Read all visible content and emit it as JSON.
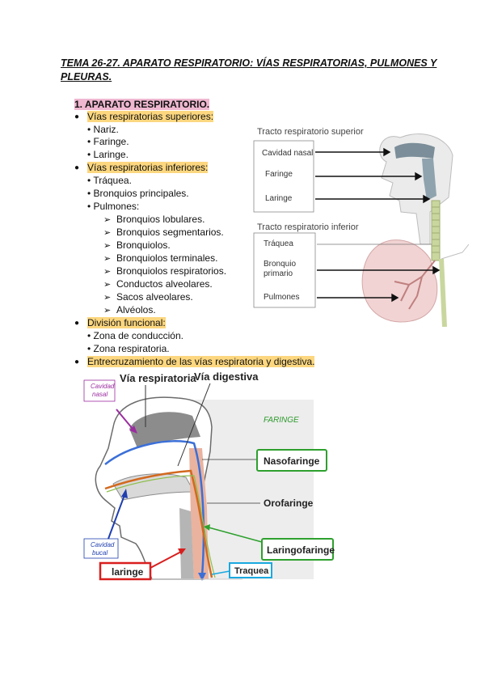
{
  "title": "TEMA 26-27. APARATO RESPIRATORIO: VÍAS RESPIRATORIAS, PULMONES Y PLEURAS.",
  "section1": "1.  APARATO RESPIRATORIO.",
  "upper": {
    "heading": "Vías respiratorias superiores:",
    "items": [
      "Nariz.",
      "Faringe.",
      "Laringe."
    ]
  },
  "lower": {
    "heading": "Vías respiratorias inferiores:",
    "items": [
      "Tráquea.",
      "Bronquios principales.",
      "Pulmones:"
    ],
    "sub": [
      "Bronquios lobulares.",
      "Bronquios segmentarios.",
      "Bronquiolos.",
      "Bronquiolos terminales.",
      "Bronquiolos respiratorios.",
      "Conductos alveolares.",
      "Sacos alveolares.",
      "Alvéolos."
    ]
  },
  "division": {
    "heading": "División funcional:",
    "items": [
      "Zona de conducción.",
      "Zona respiratoria."
    ]
  },
  "cross": "Entrecruzamiento de las vías respiratoria y digestiva.",
  "fig1": {
    "upper_tract": "Tracto respiratorio superior",
    "nasal": "Cavidad nasal",
    "pharynx": "Faringe",
    "larynx": "Laringe",
    "lower_tract": "Tracto respiratorio inferior",
    "trachea": "Tráquea",
    "bronchus1": "Bronquio",
    "bronchus2": "primario",
    "lungs": "Pulmones"
  },
  "fig2": {
    "resp": "Vía respiratoria",
    "dig": "Vía digestiva",
    "nasal1": "Cavidad",
    "nasal2": "nasal",
    "faringe": "FARINGE",
    "nasofaringe": "Nasofaringe",
    "orofaringe": "Orofaringe",
    "laringofaringe": "Laringofaringe",
    "bucal1": "Cavidad",
    "bucal2": "bucal",
    "laringe": "laringe",
    "traquea": "Traquea"
  },
  "colors": {
    "pink_highlight": "#efb7d0",
    "yellow_highlight": "#fcd77f",
    "green_box": "#2ea02e",
    "red_box": "#d91e1e",
    "cyan_box": "#19a9e0",
    "purple_label": "#9b2ca0",
    "blue_label": "#1f3fb0"
  }
}
